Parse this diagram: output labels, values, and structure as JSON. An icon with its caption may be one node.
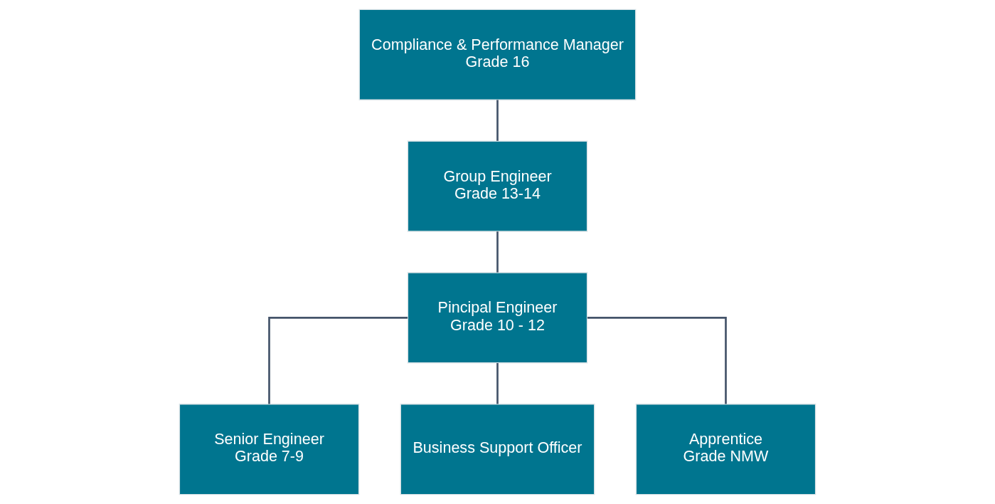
{
  "diagram": {
    "nodes": [
      {
        "text": [
          "Compliance & Performance Manager",
          "Grade 16"
        ]
      },
      {
        "text": [
          "Group Engineer",
          "Grade 13-14"
        ]
      },
      {
        "text": [
          "Pincipal Engineer",
          "Grade 10 - 12"
        ]
      },
      {
        "text": [
          "Senior Engineer",
          "Grade 7-9"
        ]
      },
      {
        "text": [
          "Business Support Officer"
        ]
      },
      {
        "text": [
          "Apprentice",
          "Grade NMW"
        ]
      }
    ],
    "edges": [
      {
        "from": 0,
        "to": 1,
        "arrow": "none"
      },
      {
        "from": 1,
        "to": 2,
        "arrow": "none"
      },
      {
        "from": 2,
        "to": 3,
        "arrow": "none"
      },
      {
        "from": 2,
        "to": 4,
        "arrow": "none"
      },
      {
        "from": 2,
        "to": 5,
        "arrow": "none"
      }
    ]
  }
}
